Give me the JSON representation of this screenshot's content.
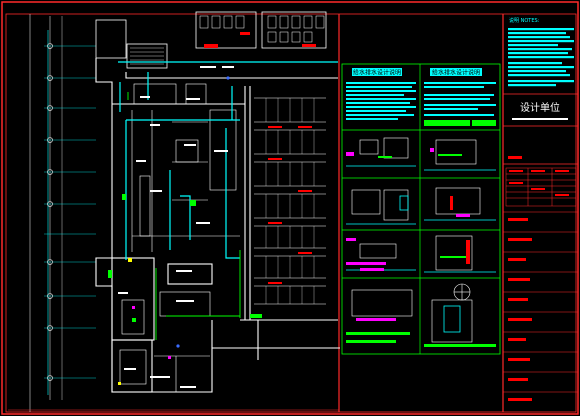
{
  "title_block": {
    "design_unit": "设计单位",
    "header_note": "说明 NOTES:"
  },
  "detail_panels": {
    "left_header": "给水排水设计说明",
    "right_header": "给水排水设计说明"
  },
  "colors": {
    "background": "#000000",
    "frame": "#ff2a2a",
    "wall": "#ffffff",
    "water_pipe": "#00ffff",
    "green": "#00ff00",
    "magenta": "#ff00ff",
    "red": "#ff0000",
    "yellow": "#ffff00",
    "blue": "#3b6cff"
  }
}
